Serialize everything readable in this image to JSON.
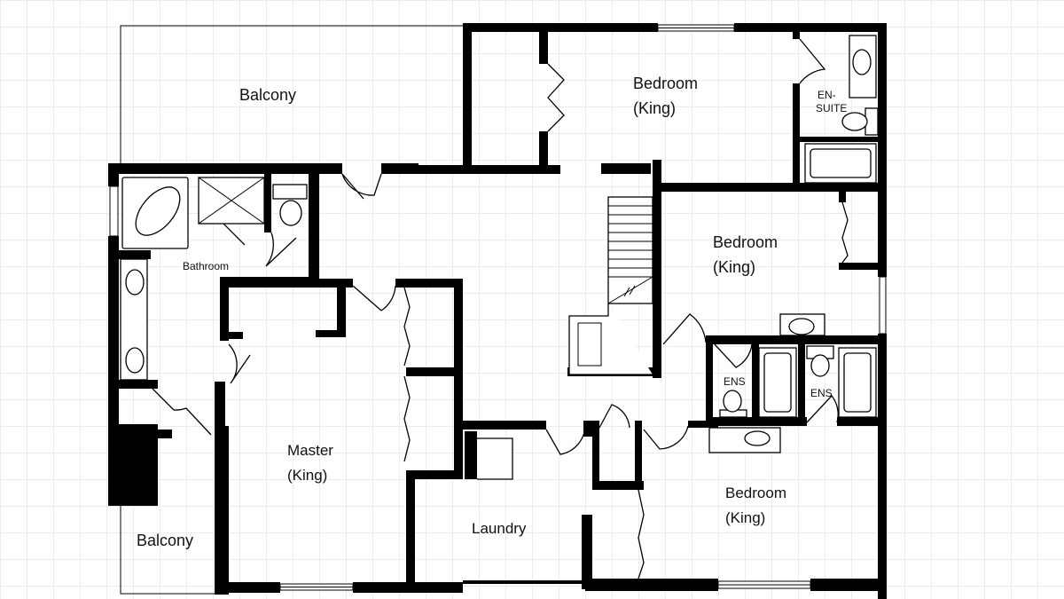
{
  "rooms": {
    "balcony_top": "Balcony",
    "bedroom_top": [
      "Bedroom",
      "(King)"
    ],
    "ensuite_top": [
      "EN-",
      "SUITE"
    ],
    "bedroom_right": [
      "Bedroom",
      "(King)"
    ],
    "bathroom": "Bathroom",
    "ens_left": "ENS",
    "ens_right": "ENS",
    "master": [
      "Master",
      "(King)"
    ],
    "laundry": "Laundry",
    "bedroom_bottom": [
      "Bedroom",
      "(King)"
    ],
    "balcony_bottom": "Balcony"
  },
  "colors": {
    "wall": "#000000",
    "grid": "#ececec",
    "background": "#ffffff"
  }
}
